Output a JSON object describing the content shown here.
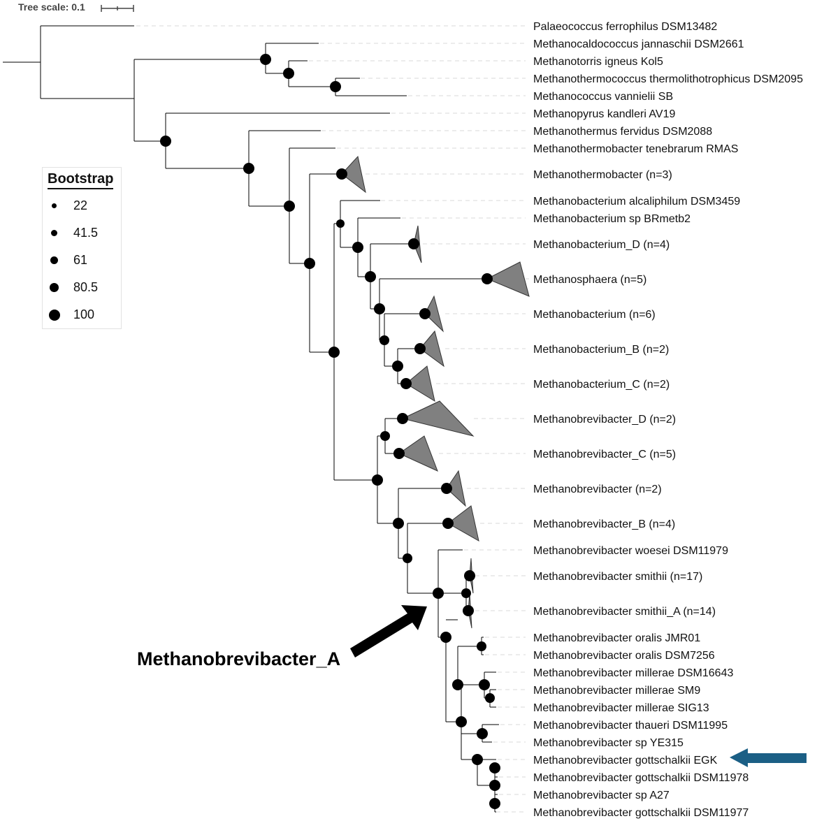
{
  "tree_scale_label": "Tree scale: 0.1",
  "legend": {
    "title": "Bootstrap",
    "values": [
      "22",
      "41.5",
      "61",
      "80.5",
      "100"
    ]
  },
  "annotation": {
    "label": "Methanobrevibacter_A"
  },
  "colors": {
    "highlight_arrow": "#1b5f85",
    "clade_fill": "#808080",
    "branch": "#000000"
  },
  "highlighted_taxon": "Methanobrevibacter gottschalkii EGK",
  "taxa": [
    "Palaeococcus ferrophilus DSM13482",
    "Methanocaldococcus jannaschii DSM2661",
    "Methanotorris igneus Kol5",
    "Methanothermococcus thermolithotrophicus DSM2095",
    "Methanococcus vannielii SB",
    "Methanopyrus kandleri AV19",
    "Methanothermus fervidus DSM2088",
    "Methanothermobacter tenebrarum RMAS",
    "Methanothermobacter (n=3)",
    "Methanobacterium alcaliphilum DSM3459",
    "Methanobacterium sp BRmetb2",
    "Methanobacterium_D (n=4)",
    "Methanosphaera (n=5)",
    "Methanobacterium (n=6)",
    "Methanobacterium_B (n=2)",
    "Methanobacterium_C (n=2)",
    "Methanobrevibacter_D (n=2)",
    "Methanobrevibacter_C (n=5)",
    "Methanobrevibacter (n=2)",
    "Methanobrevibacter_B (n=4)",
    "Methanobrevibacter woesei DSM11979",
    "Methanobrevibacter smithii (n=17)",
    "Methanobrevibacter smithii_A (n=14)",
    "Methanobrevibacter oralis JMR01",
    "Methanobrevibacter oralis DSM7256",
    "Methanobrevibacter millerae DSM16643",
    "Methanobrevibacter millerae SM9",
    "Methanobrevibacter millerae SIG13",
    "Methanobrevibacter thaueri DSM11995",
    "Methanobrevibacter sp YE315",
    "Methanobrevibacter gottschalkii EGK",
    "Methanobrevibacter gottschalkii DSM11978",
    "Methanobrevibacter sp A27",
    "Methanobrevibacter gottschalkii DSM11977"
  ]
}
